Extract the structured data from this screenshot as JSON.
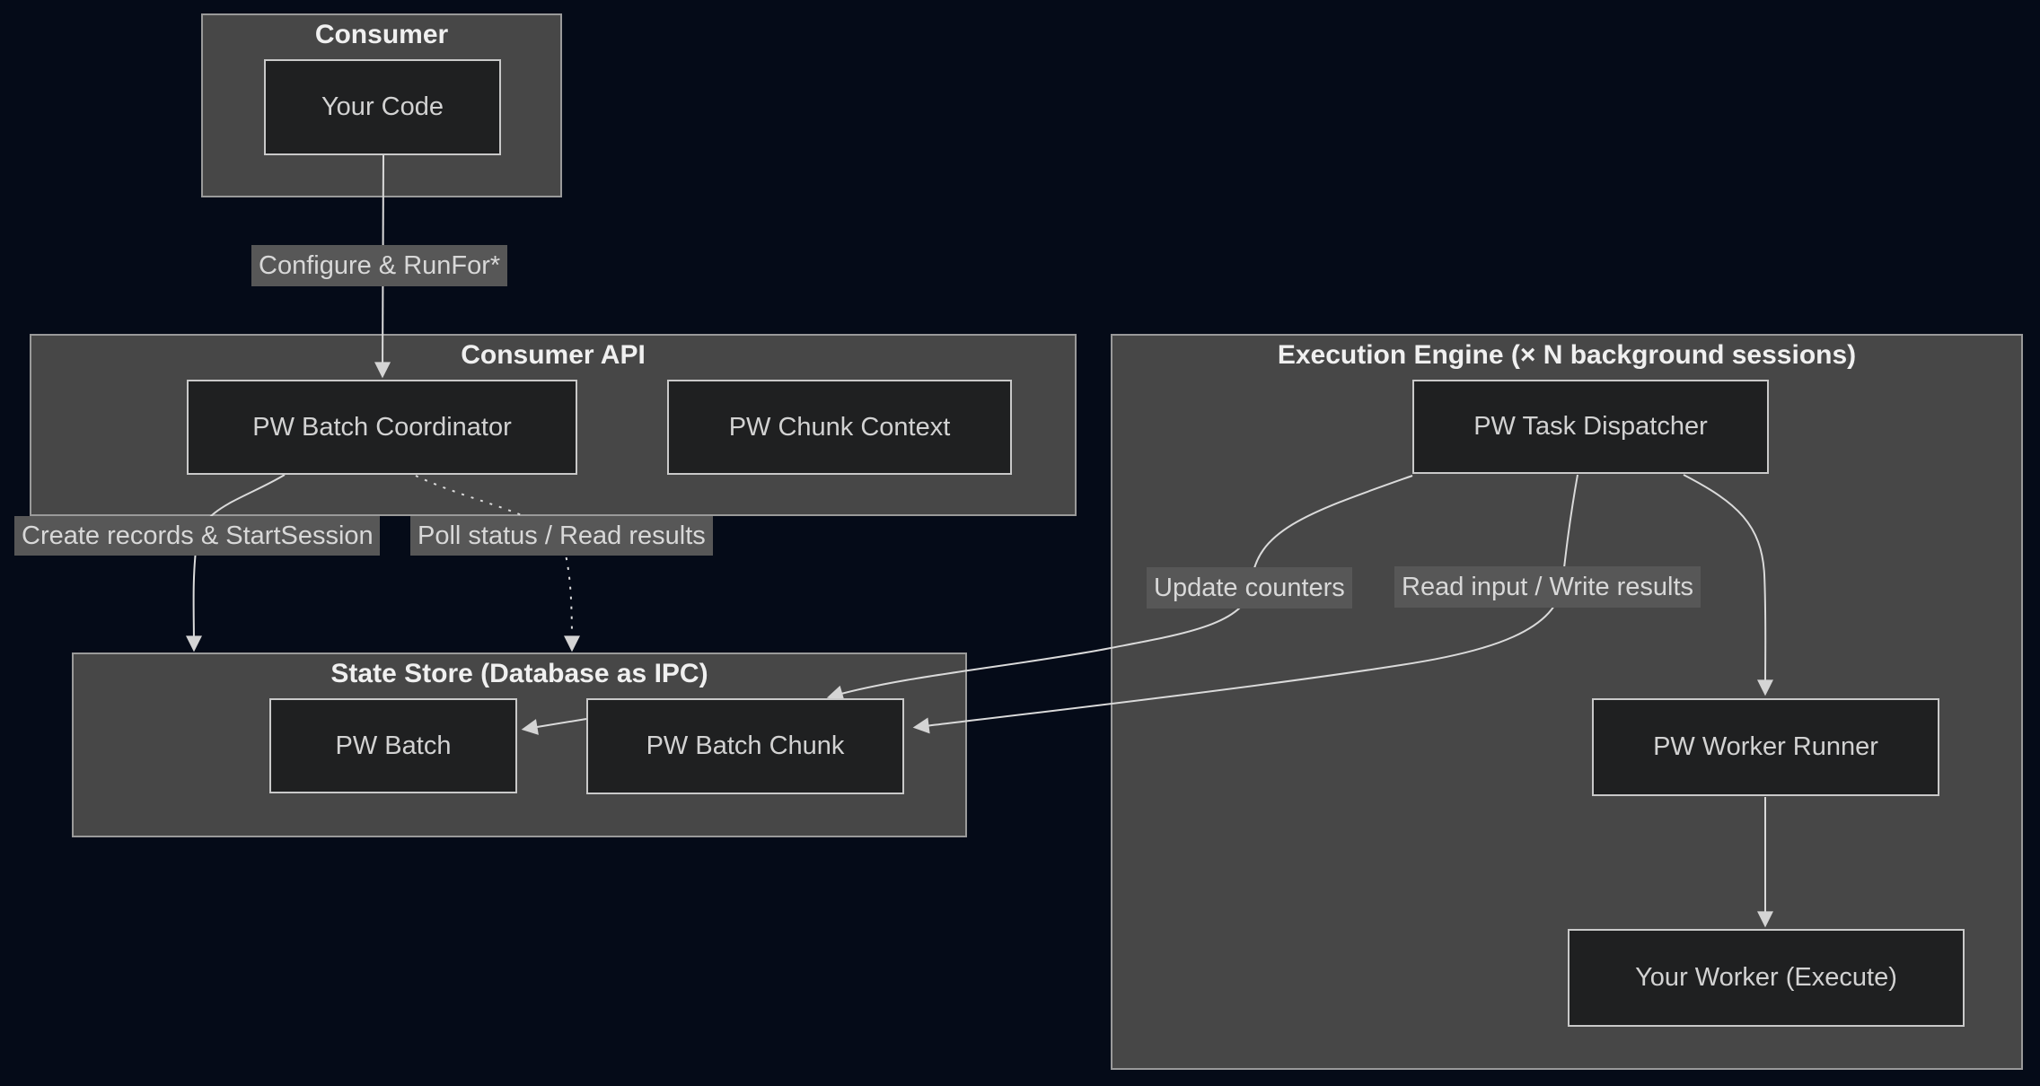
{
  "title": "Batch processing architecture diagram",
  "colors": {
    "page_bg": "#050b18",
    "cluster_bg": "#474747",
    "cluster_border": "#9a9a9a",
    "node_bg": "#1f2021",
    "node_border": "#c9c9c9",
    "node_text": "#d2d2d2",
    "title_text": "#f0f0f0",
    "edge_stroke": "#dadada",
    "arrow_fill": "#d4d4d4",
    "label_bg": "#575757",
    "label_text": "#d8d8d8"
  },
  "clusters": {
    "consumer": {
      "title": "Consumer"
    },
    "consumer_api": {
      "title": "Consumer API"
    },
    "state_store": {
      "title": "State Store (Database as IPC)"
    },
    "execution_engine": {
      "title": "Execution Engine (× N background sessions)"
    }
  },
  "nodes": {
    "your_code": {
      "label": "Your Code"
    },
    "pw_batch_coordinator": {
      "label": "PW Batch Coordinator"
    },
    "pw_chunk_context": {
      "label": "PW Chunk Context"
    },
    "pw_batch": {
      "label": "PW Batch"
    },
    "pw_batch_chunk": {
      "label": "PW Batch Chunk"
    },
    "pw_task_dispatcher": {
      "label": "PW Task Dispatcher"
    },
    "pw_worker_runner": {
      "label": "PW Worker Runner"
    },
    "your_worker": {
      "label": "Your Worker (Execute)"
    }
  },
  "edge_labels": {
    "configure": {
      "text": "Configure & RunFor*"
    },
    "create_records": {
      "text": "Create records & StartSession"
    },
    "poll_status": {
      "text": "Poll status / Read results"
    },
    "update_counters": {
      "text": "Update counters"
    },
    "read_input": {
      "text": "Read input / Write results"
    }
  },
  "edges": [
    {
      "from": "Your Code",
      "to": "PW Batch Coordinator",
      "label": "Configure & RunFor*",
      "style": "solid"
    },
    {
      "from": "PW Batch Coordinator",
      "to": "State Store (Database as IPC)",
      "label": "Create records & StartSession",
      "style": "solid"
    },
    {
      "from": "PW Batch Coordinator",
      "to": "State Store (Database as IPC)",
      "label": "Poll status / Read results",
      "style": "dotted"
    },
    {
      "from": "PW Task Dispatcher",
      "to": "PW Batch Chunk",
      "label": "Update counters",
      "style": "solid"
    },
    {
      "from": "PW Task Dispatcher",
      "to": "PW Batch Chunk",
      "label": "Read input / Write results",
      "style": "solid"
    },
    {
      "from": "PW Task Dispatcher",
      "to": "PW Worker Runner",
      "label": "",
      "style": "solid"
    },
    {
      "from": "PW Batch Chunk",
      "to": "PW Batch",
      "label": "",
      "style": "solid"
    },
    {
      "from": "PW Worker Runner",
      "to": "Your Worker (Execute)",
      "label": "",
      "style": "solid"
    }
  ]
}
